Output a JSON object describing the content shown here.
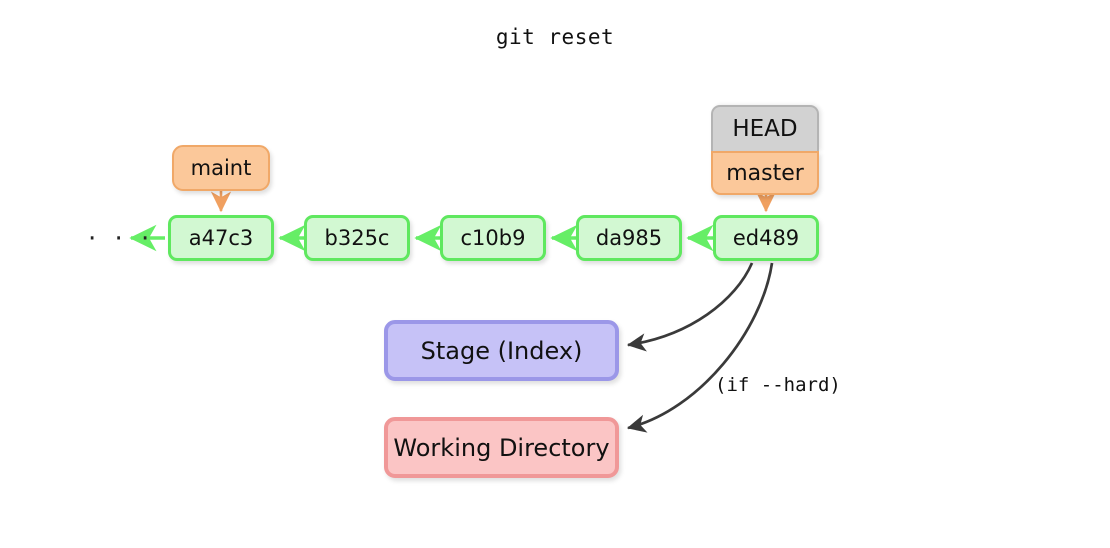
{
  "diagram": {
    "title": "git reset",
    "type": "git-commit-graph",
    "background_color": "#ffffff",
    "ellipsis": "· · ·",
    "annotation": "(if --hard)",
    "colors": {
      "commit_fill": "#d2f8d2",
      "commit_border": "#5fe85f",
      "ref_fill": "#fbc89a",
      "ref_border": "#f0a868",
      "head_fill": "#d2d2d2",
      "head_border": "#b4b4b4",
      "stage_fill": "#c6c2f7",
      "stage_border": "#9b97e8",
      "working_fill": "#fbc5c5",
      "working_border": "#f09898",
      "commit_arrow": "#66ee66",
      "ref_arrow": "#f0a060",
      "reset_arrow": "#3a3a3a",
      "text": "#111111"
    },
    "commits": [
      {
        "id": "a47c3"
      },
      {
        "id": "b325c"
      },
      {
        "id": "c10b9"
      },
      {
        "id": "da985"
      },
      {
        "id": "ed489"
      }
    ],
    "refs": {
      "maint": "maint",
      "head": "HEAD",
      "master": "master"
    },
    "areas": {
      "stage": "Stage (Index)",
      "working": "Working Directory"
    }
  }
}
